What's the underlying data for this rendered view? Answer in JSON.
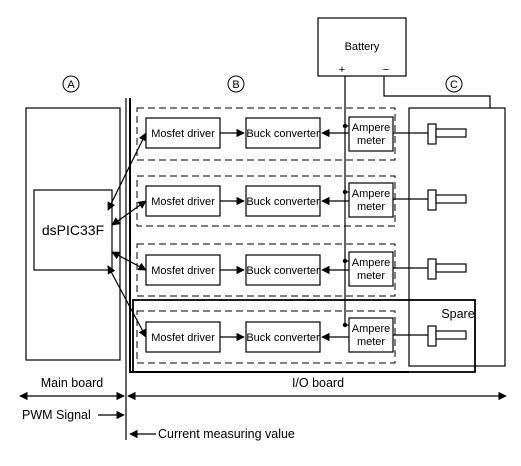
{
  "markers": {
    "a": "A",
    "b": "B",
    "c": "C"
  },
  "battery": {
    "label": "Battery",
    "plus": "+",
    "minus": "−"
  },
  "controller": {
    "label": "dsPIC33F"
  },
  "channels": [
    {
      "driver": "Mosfet driver",
      "converter": "Buck converter",
      "meter_line1": "Ampere",
      "meter_line2": "meter"
    },
    {
      "driver": "Mosfet driver",
      "converter": "Buck converter",
      "meter_line1": "Ampere",
      "meter_line2": "meter"
    },
    {
      "driver": "Mosfet driver",
      "converter": "Buck converter",
      "meter_line1": "Ampere",
      "meter_line2": "meter"
    },
    {
      "driver": "Mosfet driver",
      "converter": "Buck converter",
      "meter_line1": "Ampere",
      "meter_line2": "meter"
    }
  ],
  "spare_label": "Spare",
  "labels": {
    "main_board": "Main board",
    "io_board": "I/O board",
    "pwm_signal": "PWM Signal",
    "current_value": "Current measuring value"
  }
}
